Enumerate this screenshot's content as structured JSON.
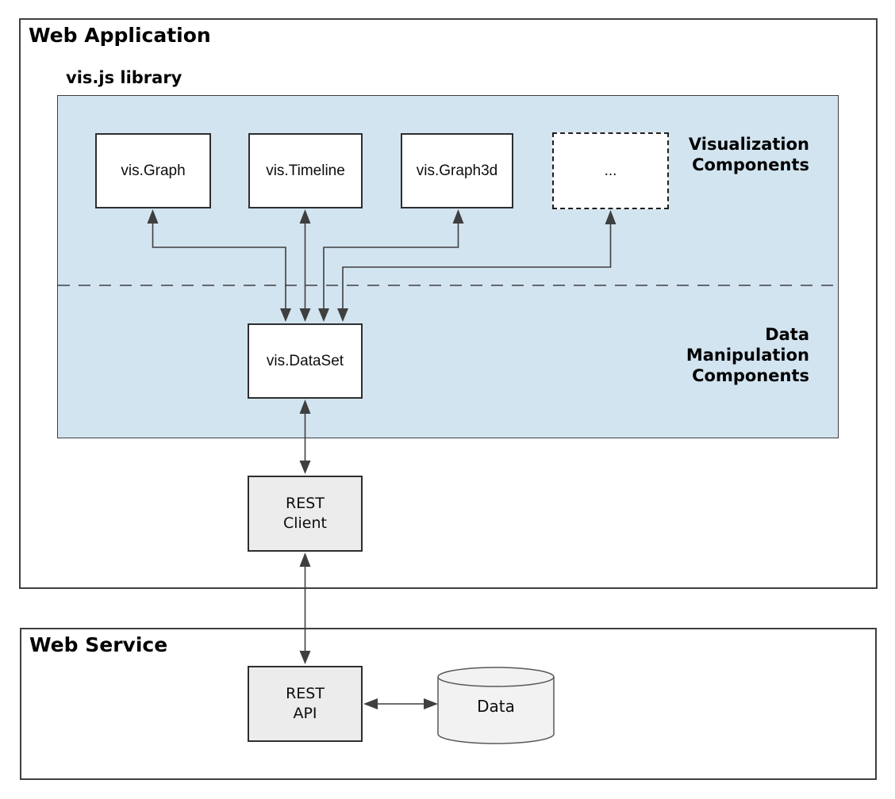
{
  "web_application": {
    "title": "Web Application",
    "library": {
      "label": "vis.js library",
      "visualization_section": {
        "section_label": "Visualization\nComponents",
        "components": [
          {
            "label": "vis.Graph"
          },
          {
            "label": "vis.Timeline"
          },
          {
            "label": "vis.Graph3d"
          },
          {
            "label": "..."
          }
        ]
      },
      "data_section": {
        "section_label": "Data\nManipulation\nComponents",
        "dataset": {
          "label": "vis.DataSet"
        }
      }
    },
    "rest_client": {
      "label": "REST\nClient"
    }
  },
  "web_service": {
    "title": "Web Service",
    "rest_api": {
      "label": "REST\nAPI"
    },
    "data_store": {
      "label": "Data"
    }
  },
  "connections": [
    "vis.Graph <-> vis.DataSet",
    "vis.Timeline <-> vis.DataSet",
    "vis.Graph3d <-> vis.DataSet",
    "... <-> vis.DataSet",
    "vis.DataSet <-> REST Client",
    "REST Client <-> REST API",
    "REST API <-> Data"
  ],
  "colors": {
    "library_fill": "#d2e4f0",
    "node_fill_white": "#ffffff",
    "node_fill_gray": "#ececec",
    "cylinder_fill": "#f2f2f2",
    "border": "#2e2e2e",
    "arrow": "#3f3f3f",
    "text": "#000000"
  }
}
